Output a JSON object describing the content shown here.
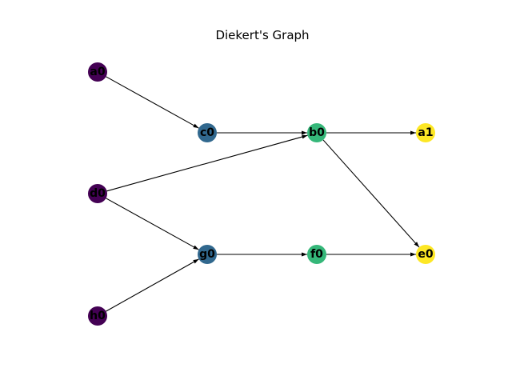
{
  "title": "Diekert's Graph",
  "nodes": [
    {
      "id": "a0",
      "label": "a0",
      "color": "#440154"
    },
    {
      "id": "d0",
      "label": "d0",
      "color": "#440154"
    },
    {
      "id": "h0",
      "label": "h0",
      "color": "#440154"
    },
    {
      "id": "c0",
      "label": "c0",
      "color": "#31688e"
    },
    {
      "id": "g0",
      "label": "g0",
      "color": "#31688e"
    },
    {
      "id": "b0",
      "label": "b0",
      "color": "#35b779"
    },
    {
      "id": "f0",
      "label": "f0",
      "color": "#35b779"
    },
    {
      "id": "a1",
      "label": "a1",
      "color": "#fde725"
    },
    {
      "id": "e0",
      "label": "e0",
      "color": "#fde725"
    }
  ],
  "edges": [
    {
      "from": "a0",
      "to": "c0"
    },
    {
      "from": "c0",
      "to": "b0"
    },
    {
      "from": "d0",
      "to": "b0"
    },
    {
      "from": "d0",
      "to": "g0"
    },
    {
      "from": "h0",
      "to": "g0"
    },
    {
      "from": "g0",
      "to": "f0"
    },
    {
      "from": "b0",
      "to": "a1"
    },
    {
      "from": "b0",
      "to": "e0"
    },
    {
      "from": "f0",
      "to": "e0"
    }
  ]
}
